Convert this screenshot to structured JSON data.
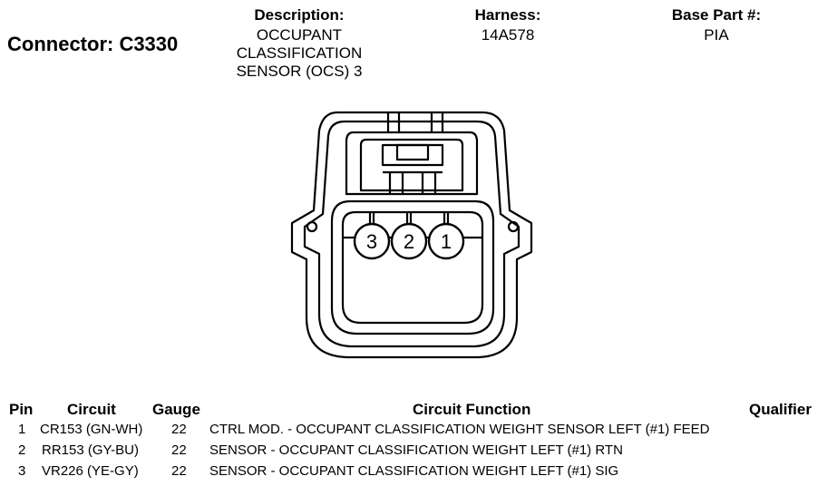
{
  "connector": {
    "title": "Connector: C3330"
  },
  "header": {
    "description_label": "Description:",
    "description_lines": [
      "OCCUPANT",
      "CLASSIFICATION",
      "SENSOR (OCS) 3"
    ],
    "harness_label": "Harness:",
    "harness_value": "14A578",
    "base_part_label": "Base Part #:",
    "base_part_value": "PIA"
  },
  "pin_labels": [
    "3",
    "2",
    "1"
  ],
  "table": {
    "headers": {
      "pin": "Pin",
      "circuit": "Circuit",
      "gauge": "Gauge",
      "function": "Circuit Function",
      "qualifier": "Qualifier"
    },
    "rows": [
      {
        "pin": "1",
        "circuit": "CR153 (GN-WH)",
        "gauge": "22",
        "function": "CTRL MOD. - OCCUPANT CLASSIFICATION WEIGHT SENSOR LEFT (#1) FEED",
        "qualifier": ""
      },
      {
        "pin": "2",
        "circuit": "RR153 (GY-BU)",
        "gauge": "22",
        "function": "SENSOR - OCCUPANT CLASSIFICATION WEIGHT LEFT (#1) RTN",
        "qualifier": ""
      },
      {
        "pin": "3",
        "circuit": "VR226 (YE-GY)",
        "gauge": "22",
        "function": "SENSOR - OCCUPANT CLASSIFICATION WEIGHT LEFT (#1) SIG",
        "qualifier": ""
      }
    ]
  }
}
